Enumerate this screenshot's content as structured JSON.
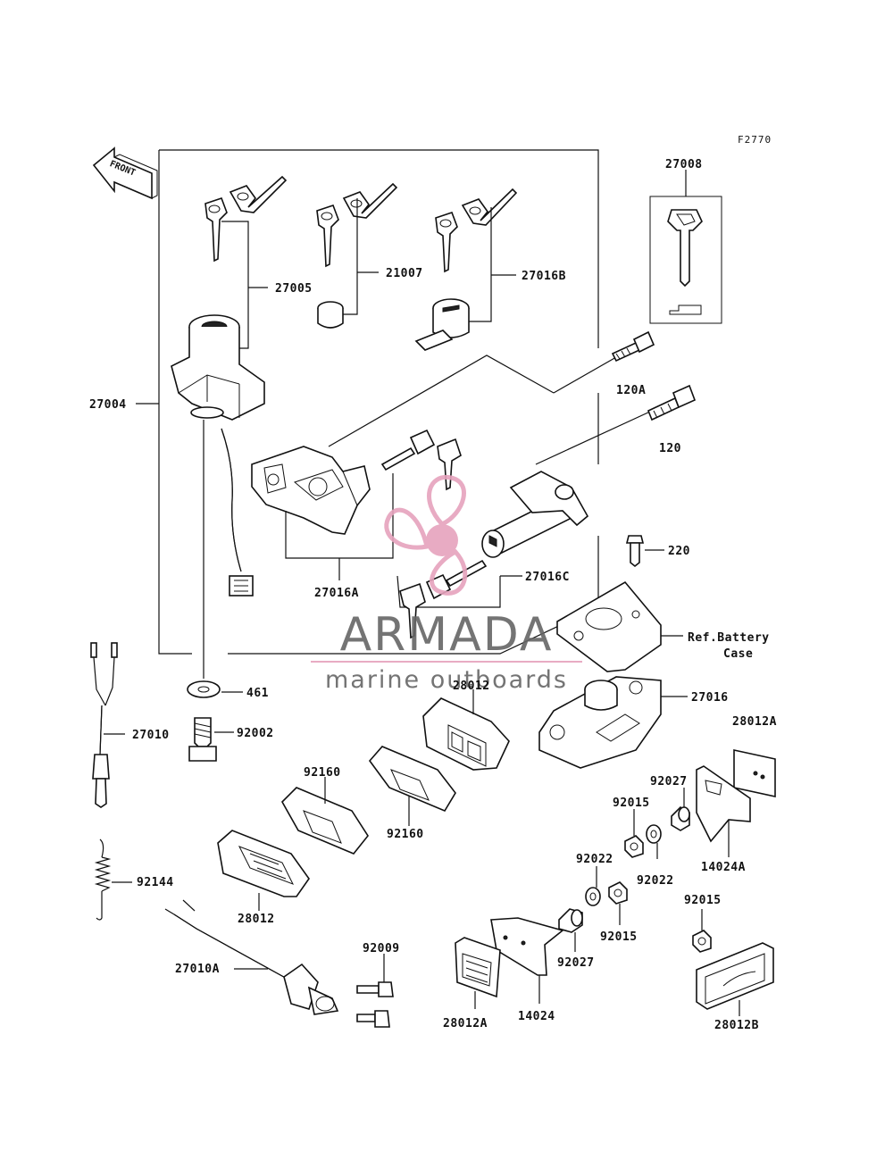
{
  "diagram_code": "F2770",
  "front_label": "FRONT",
  "watermark": {
    "brand": "ARMADA",
    "tagline": "marine outboards",
    "logo_color": "#e6a3bd",
    "text_color": "#666666"
  },
  "colors": {
    "line": "#111111",
    "background": "#ffffff"
  },
  "parts": {
    "p27008": "27008",
    "p27005": "27005",
    "p21007": "21007",
    "p27016B": "27016B",
    "p27004": "27004",
    "p120A": "120A",
    "p120": "120",
    "p220": "220",
    "p27016A": "27016A",
    "p27016C": "27016C",
    "ref_battery_line1": "Ref.Battery",
    "ref_battery_line2": "Case",
    "p461": "461",
    "p27010": "27010",
    "p92002": "92002",
    "p28012_top": "28012",
    "p27016": "27016",
    "p28012A_right": "28012A",
    "p92160_a": "92160",
    "p92160_b": "92160",
    "p92027_a": "92027",
    "p92015_a": "92015",
    "p92022_a": "92022",
    "p92022_b": "92022",
    "p14024A": "14024A",
    "p92144": "92144",
    "p28012_bottom": "28012",
    "p92009": "92009",
    "p92015_b": "92015",
    "p92015_c": "92015",
    "p27010A": "27010A",
    "p92027_b": "92027",
    "p28012A_bottom": "28012A",
    "p14024": "14024",
    "p28012B": "28012B"
  }
}
